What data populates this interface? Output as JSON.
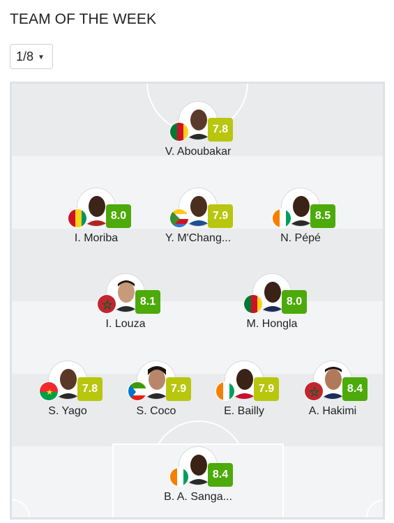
{
  "header": {
    "title": "TEAM OF THE WEEK"
  },
  "round_select": {
    "value": "1/8"
  },
  "colors": {
    "rating_high": "#4caa0a",
    "rating_mid": "#b8c60e",
    "pitch_light": "#f3f4f6",
    "pitch_dark": "#e9ebed",
    "pitch_line": "#ffffff"
  },
  "players": [
    {
      "name": "V. Aboubakar",
      "rating": "7.8",
      "flag": "cameroon-flag",
      "rating_tier": "mid"
    },
    {
      "name": "I. Moriba",
      "rating": "8.0",
      "flag": "guinea-flag",
      "rating_tier": "high"
    },
    {
      "name": "Y. M'Chang...",
      "rating": "7.9",
      "flag": "comoros-flag",
      "rating_tier": "mid"
    },
    {
      "name": "N. Pépé",
      "rating": "8.5",
      "flag": "ivory-coast-flag",
      "rating_tier": "high"
    },
    {
      "name": "I. Louza",
      "rating": "8.1",
      "flag": "morocco-flag",
      "rating_tier": "high"
    },
    {
      "name": "M. Hongla",
      "rating": "8.0",
      "flag": "cameroon-flag",
      "rating_tier": "high"
    },
    {
      "name": "S. Yago",
      "rating": "7.8",
      "flag": "burkina-faso-flag",
      "rating_tier": "mid"
    },
    {
      "name": "S. Coco",
      "rating": "7.9",
      "flag": "equatorial-guinea-flag",
      "rating_tier": "mid"
    },
    {
      "name": "E. Bailly",
      "rating": "7.9",
      "flag": "ivory-coast-flag",
      "rating_tier": "mid"
    },
    {
      "name": "A. Hakimi",
      "rating": "8.4",
      "flag": "morocco-flag",
      "rating_tier": "high"
    },
    {
      "name": "B. A. Sanga...",
      "rating": "8.4",
      "flag": "ivory-coast-flag",
      "rating_tier": "high"
    }
  ]
}
